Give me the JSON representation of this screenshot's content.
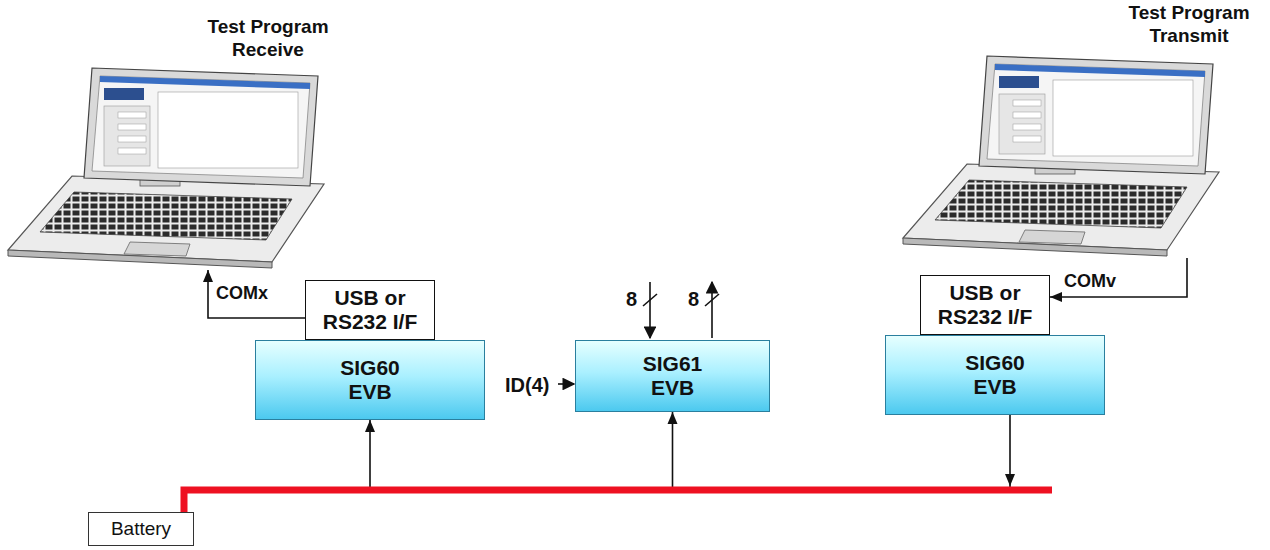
{
  "diagram": {
    "nodes": [
      {
        "text": [
          "Test Program Receive"
        ]
      },
      {
        "text": [
          "Test Program Transmit"
        ]
      },
      {
        "text": [
          "USB or RS232 I/F"
        ]
      },
      {
        "text": [
          "USB or RS232 I/F"
        ]
      },
      {
        "text": [
          "SIG60 EVB"
        ]
      },
      {
        "text": [
          "SIG61 EVB"
        ]
      },
      {
        "text": [
          "SIG60 EVB"
        ]
      },
      {
        "text": [
          "Battery"
        ]
      }
    ],
    "edges": [
      {
        "from": 2,
        "to": 0,
        "arrow": "to",
        "label": "COMx"
      },
      {
        "from": 1,
        "to": 3,
        "arrow": "to",
        "label": "COMv"
      },
      {
        "from": 7,
        "to": 4,
        "arrow": "to"
      },
      {
        "from": 7,
        "to": 5,
        "arrow": "to"
      },
      {
        "from": 6,
        "to": 7,
        "arrow": "to"
      }
    ],
    "labels": [
      "8",
      "8",
      "ID(4)"
    ]
  }
}
